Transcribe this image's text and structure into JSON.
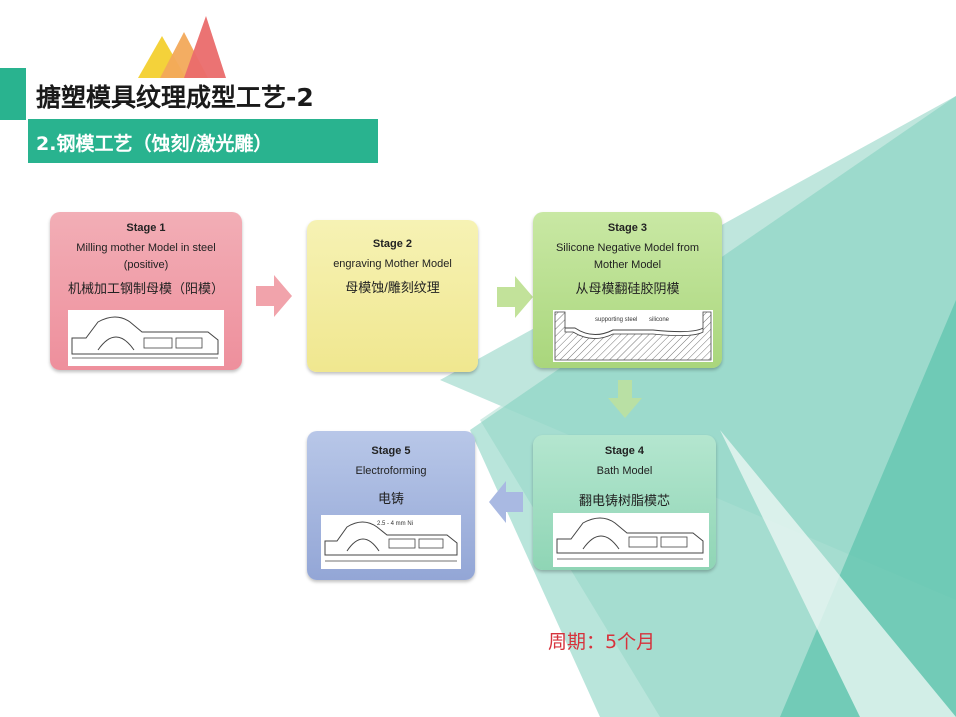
{
  "colors": {
    "accent": "#29b38f",
    "teal_light": "#bfe6dd",
    "teal_dark": "#6fcab7",
    "cycle_text": "#d6323c"
  },
  "title": "搪塑模具纹理成型工艺-2",
  "subtitle": "2.钢模工艺（蚀刻/激光雕）",
  "stages": [
    {
      "title": "Stage 1",
      "en": "Milling mother Model  in steel (positive)",
      "cn": "机械加工钢制母模（阳模）"
    },
    {
      "title": "Stage 2",
      "en": "engraving Mother Model",
      "cn": "母模蚀/雕刻纹理"
    },
    {
      "title": "Stage 3",
      "en": "Silicone Negative Model from Mother Model",
      "cn": "从母模翻硅胶阴模",
      "labels": {
        "steel": "supporting steel",
        "silicone": "silicone"
      }
    },
    {
      "title": "Stage 4",
      "en": "Bath Model",
      "cn": "翻电铸树脂模芯"
    },
    {
      "title": "Stage 5",
      "en": "Electroforming",
      "cn": "电铸",
      "label": "2.5 - 4 mm Ni"
    }
  ],
  "cycle": "周期：5个月",
  "icons": [
    "arrow-right-icon",
    "arrow-down-icon",
    "arrow-left-icon",
    "triangle-logo-icon"
  ]
}
